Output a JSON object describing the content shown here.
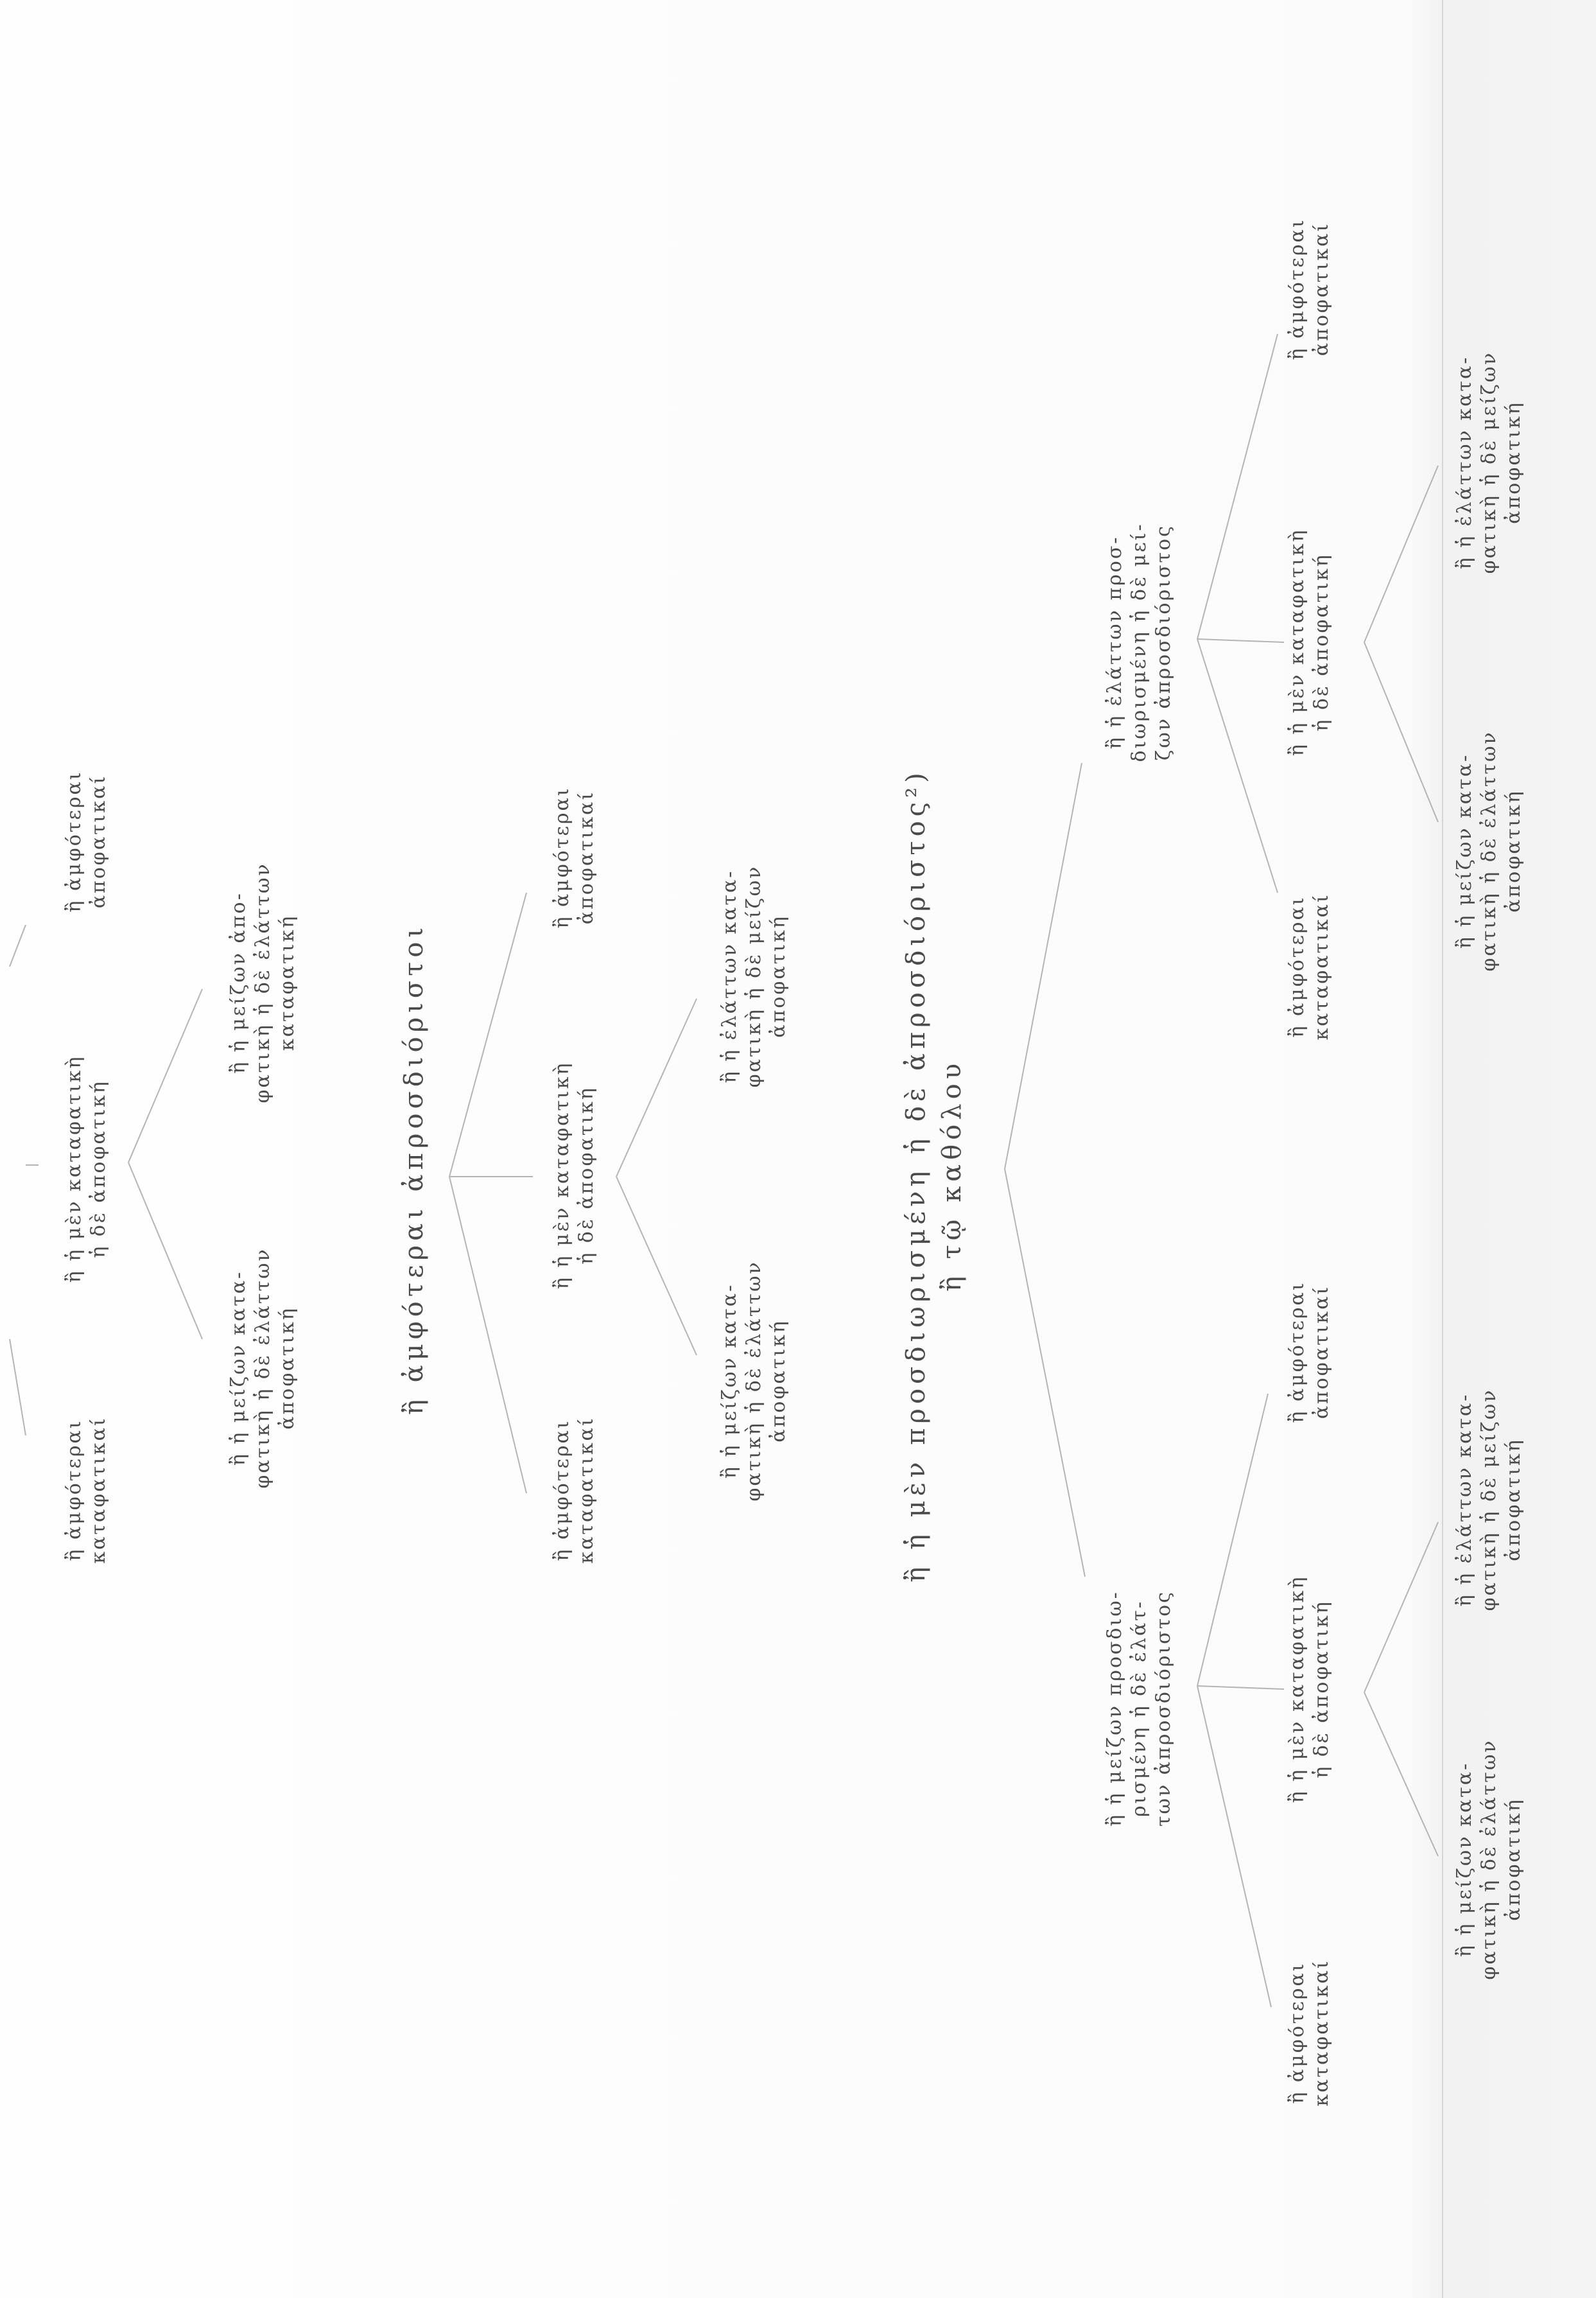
{
  "diagram": {
    "section1": {
      "leaf_left": "ἢ ἀμφότεραι\nκαταφατικαί",
      "mid": "ἢ ἡ μὲν καταφατικὴ\nἡ δὲ ἀποφατική",
      "leaf_right": "ἢ ἀμφότεραι\nἀποφατικαί",
      "sub_left": "ἢ ἡ μείζων κατα-\nφατικὴ ἡ δὲ ἐλάττων\nἀποφατική",
      "sub_right": "ἢ ἡ μείζων ἀπο-\nφατικὴ ἡ δὲ ἐλάττων\nκαταφατική"
    },
    "section2": {
      "heading": "ἢ ἀμφότεραι ἀπροσδιόριστοι",
      "leaf_left": "ἢ ἀμφότεραι\nκαταφατικαί",
      "mid": "ἢ ἡ μὲν καταφατικὴ\nἡ δὲ ἀποφατική",
      "leaf_right": "ἢ ἀμφότεραι\nἀποφατικαί",
      "sub_left": "ἢ ἡ μείζων κατα-\nφατικὴ ἡ δὲ ἐλάττων\nἀποφατική",
      "sub_right": "ἢ ἡ ἐλάττων κατα-\nφατικὴ ἡ δὲ μείζων\nἀποφατική"
    },
    "section3": {
      "heading": "ἢ ἡ μὲν προσδιωρισμένη ἡ δὲ ἀπροσδιόριστος²)\nἢ τῷ καθόλου",
      "left_branch": {
        "node": "ἢ ἡ μείζων προσδιω-\nρισμένη ἡ δὲ ἐλάτ-\nτων ἀπροσδιόριστος",
        "leaf_left": "ἢ ἀμφότεραι\nκαταφατικαί",
        "mid": "ἢ ἡ μὲν καταφατικὴ\nἡ δὲ ἀποφατική",
        "leaf_right": "ἢ ἀμφότεραι\nἀποφατικαί",
        "sub_left": "ἢ ἡ μείζων κατα-\nφατικὴ ἡ δὲ ἐλάττων\nἀποφατική",
        "sub_right": "ἢ ἡ ἐλάττων κατα-\nφατικὴ ἡ δὲ μείζων\nἀποφατική"
      },
      "right_branch": {
        "node": "ἢ ἡ ἐλάττων προσ-\nδιωρισμένη ἡ δὲ μεί-\nζων ἀπροσδιόριστος",
        "leaf_left": "ἢ ἀμφότεραι\nκαταφατικαί",
        "mid": "ἢ ἡ μὲν καταφατικὴ\nἡ δὲ ἀποφατική",
        "leaf_right": "ἢ ἀμφότεραι\nἀποφατικαί",
        "sub_left": "ἢ ἡ μείζων κατα-\nφατικὴ ἡ δὲ ἐλάττων\nἀποφατική",
        "sub_right": "ἢ ἡ ἐλάττων κατα-\nφατικὴ ἡ δὲ μείζων\nἀποφατική"
      }
    }
  }
}
